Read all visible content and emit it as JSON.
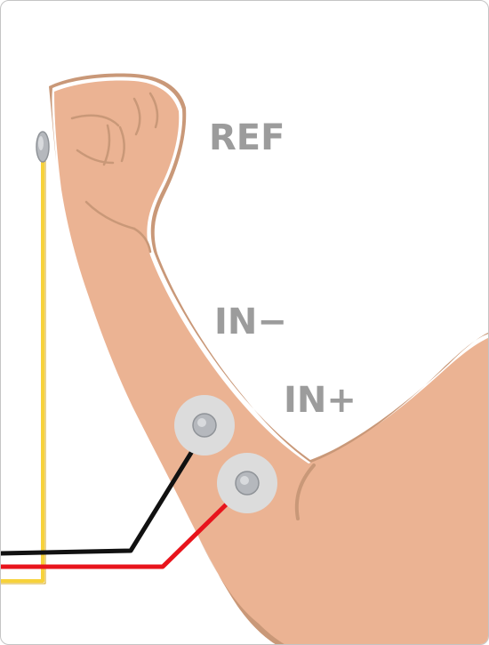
{
  "labels": {
    "ref": "REF",
    "in_minus": "IN−",
    "in_plus": "IN+"
  },
  "colors": {
    "skin": "#ebb393",
    "skin_shadow": "#c99878",
    "skin_outline": "#d1a283",
    "pad": "#dcdcdc",
    "snap": "#b5b8bd",
    "wire_ref": "#f7d23a",
    "wire_in_minus": "#111111",
    "wire_in_plus": "#e8141c",
    "label": "#9c9c9c"
  },
  "icons": {
    "ref_electrode": "ref-electrode-icon",
    "in_minus_electrode": "in-minus-electrode-icon",
    "in_plus_electrode": "in-plus-electrode-icon"
  }
}
